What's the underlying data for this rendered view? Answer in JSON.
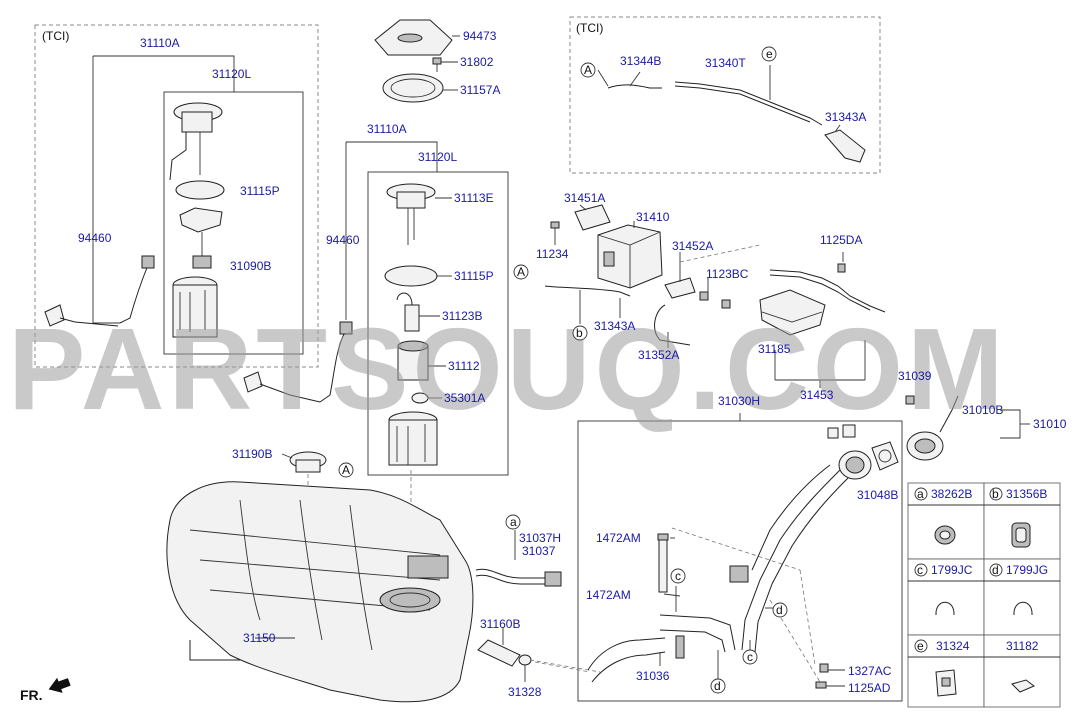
{
  "watermark": "PARTSOUQ.COM",
  "section_tags": {
    "tci_left": "(TCI)",
    "tci_right": "(TCI)"
  },
  "labels": {
    "p31110A_left": "31110A",
    "p31120L_left": "31120L",
    "p31115P_left": "31115P",
    "p94460_left": "94460",
    "p31090B": "31090B",
    "p94473": "94473",
    "p31802": "31802",
    "p31157A": "31157A",
    "p31110A_mid": "31110A",
    "p31120L_mid": "31120L",
    "p31113E": "31113E",
    "p94460_mid": "94460",
    "p31115P_mid": "31115P",
    "p31123B": "31123B",
    "p31112": "31112",
    "p35301A": "35301A",
    "p31190B": "31190B",
    "p31150": "31150",
    "p31037H": "31037H",
    "p31037": "31037",
    "p31160B": "31160B",
    "p31328": "31328",
    "p31344B": "31344B",
    "p31340T": "31340T",
    "p31343A_top": "31343A",
    "p31451A": "31451A",
    "p31410": "31410",
    "p11234": "11234",
    "p31452A": "31452A",
    "p1125DA": "1125DA",
    "p1123BC": "1123BC",
    "p31343A_mid": "31343A",
    "p31352A": "31352A",
    "p31185": "31185",
    "p31453": "31453",
    "p31039": "31039",
    "p31010B": "31010B",
    "p31010": "31010",
    "p31030H": "31030H",
    "p31048B": "31048B",
    "p1472AM_a": "1472AM",
    "p1472AM_b": "1472AM",
    "p31036": "31036",
    "p1327AC": "1327AC",
    "p1125AD": "1125AD"
  },
  "refs": {
    "A": "A",
    "a": "a",
    "b": "b",
    "c": "c",
    "d": "d",
    "e": "e"
  },
  "legend": [
    {
      "key": "a",
      "part": "38262B",
      "icon": "hose-clamp-icon"
    },
    {
      "key": "b",
      "part": "31356B",
      "icon": "hose-clip-icon"
    },
    {
      "key": "c",
      "part": "1799JC",
      "icon": "spring-clip-icon"
    },
    {
      "key": "d",
      "part": "1799JG",
      "icon": "spring-clip-icon"
    },
    {
      "key": "e",
      "part": "31324",
      "icon": "bracket-clip-icon"
    },
    {
      "key": "",
      "part": "31182",
      "icon": "pad-icon"
    }
  ],
  "direction_label": "FR."
}
